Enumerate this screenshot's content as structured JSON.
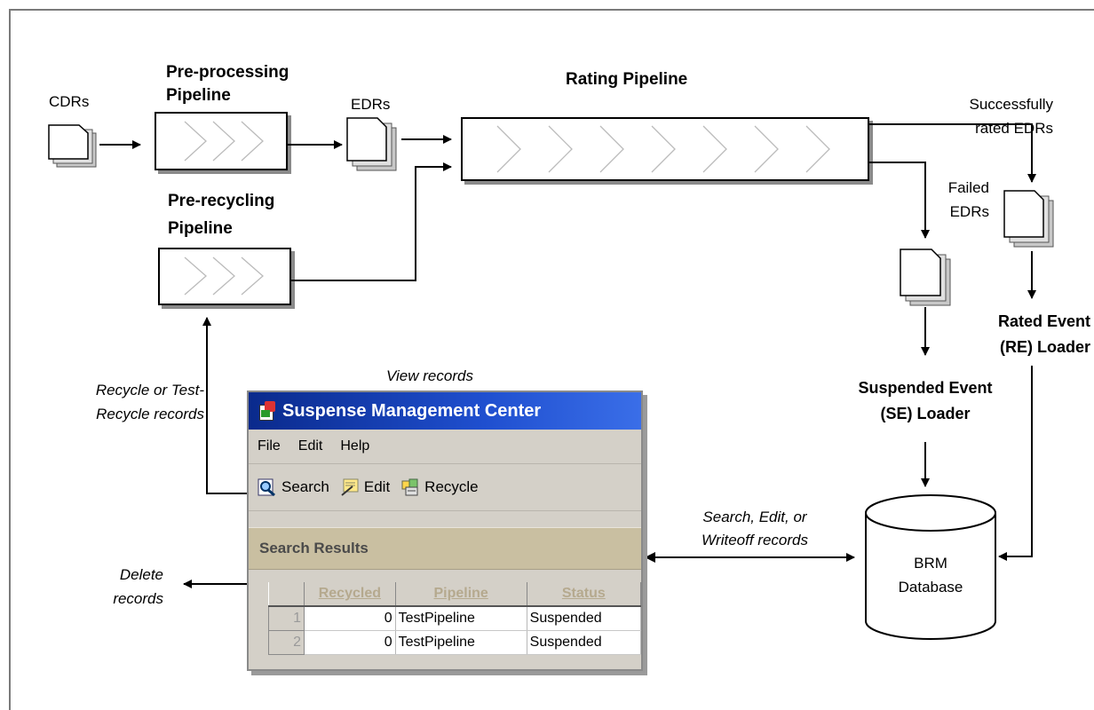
{
  "labels": {
    "cdrs": "CDRs",
    "preprocessing": [
      "Pre-processing",
      "Pipeline"
    ],
    "edrs": "EDRs",
    "rating": "Rating Pipeline",
    "prerecycling": [
      "Pre-recycling",
      "Pipeline"
    ],
    "successfully": [
      "Successfully",
      "rated EDRs"
    ],
    "failed": [
      "Failed",
      "EDRs"
    ],
    "rated_loader": [
      "Rated Event",
      "(RE) Loader"
    ],
    "suspended_loader": [
      "Suspended Event",
      "(SE) Loader"
    ],
    "recycle": [
      "Recycle or Test-",
      "Recycle records"
    ],
    "view": "View records",
    "delete": [
      "Delete",
      "records"
    ],
    "search_edit": [
      "Search, Edit, or",
      "Writeoff records"
    ],
    "database": [
      "BRM",
      "Database"
    ]
  },
  "window": {
    "title": "Suspense Management Center",
    "menu": [
      "File",
      "Edit",
      "Help"
    ],
    "toolbar": {
      "search": "Search",
      "edit": "Edit",
      "recycle": "Recycle"
    },
    "results_title": "Search Results",
    "columns": [
      "Recycled",
      "Pipeline",
      "Status"
    ],
    "rows": [
      {
        "n": "1",
        "recycled": "0",
        "pipeline": "TestPipeline",
        "status": "Suspended"
      },
      {
        "n": "2",
        "recycled": "0",
        "pipeline": "TestPipeline",
        "status": "Suspended"
      }
    ]
  },
  "colors": {
    "titlebar": "#1f4fcf",
    "window_bg": "#d4d0c8",
    "results_bar": "#c9bfa1"
  }
}
